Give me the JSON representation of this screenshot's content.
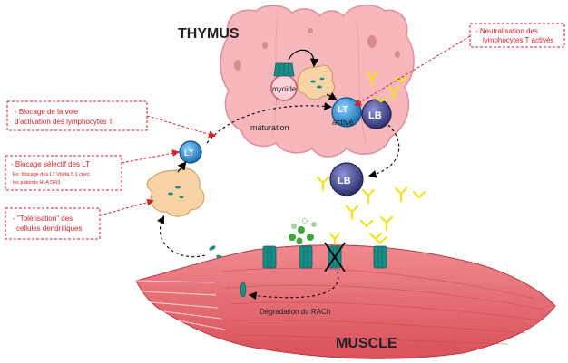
{
  "organs": {
    "thymus": "THYMUS",
    "muscle": "MUSCLE"
  },
  "cells": {
    "myoide": "myoïde",
    "lt": "LT",
    "lt_active_line1": "LT",
    "lt_active_line2": "activé",
    "lb": "LB",
    "maturation": "maturation"
  },
  "degradation_label": "Dégradation du RACh",
  "annotations": {
    "neutralisation": [
      "- Neutralisation des",
      "lymphocytes T activés"
    ],
    "blocage_voie": [
      "- Blocage de la voie",
      "d'activation des lymphocytes T"
    ],
    "blocage_selectif": {
      "title": "- Blocage sélectif des LT",
      "lines": [
        "Ex: blocage des LT Vbêta 5.1 chez",
        "les patients HLA DR3"
      ]
    },
    "tolerisation": [
      "- \"Tolérisation\" des",
      "cellules dendritiques"
    ]
  },
  "colors": {
    "annotation_red": "#d8202a",
    "thymus_pink": "#f6b7bd",
    "muscle_red": "#e8646c",
    "lt_blue": "#2c8fd1",
    "lb_purple": "#4a4f94",
    "receptor_teal": "#1a8c86",
    "antibody_yellow": "#f2e21a",
    "dendritic_tan": "#f8d3a3"
  }
}
